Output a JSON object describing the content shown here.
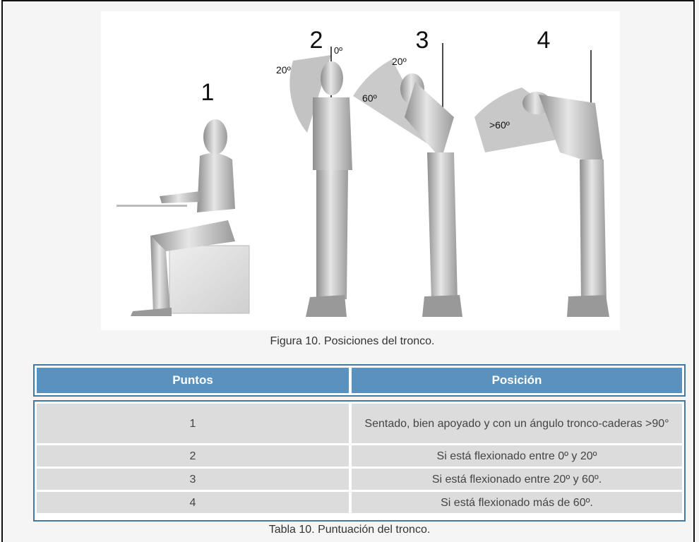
{
  "figure": {
    "caption": "Figura 10. Posiciones del tronco.",
    "labels": {
      "pos1": "1",
      "pos2": "2",
      "pos3": "3",
      "pos4": "4",
      "p2_zero": "0º",
      "p2_twenty": "20º",
      "p3_twenty": "20º",
      "p3_sixty": "60º",
      "p4_gt60": ">60º"
    }
  },
  "table": {
    "caption": "Tabla 10. Puntuación del tronco.",
    "headers": [
      "Puntos",
      "Posición"
    ],
    "rows": [
      {
        "points": "1",
        "position": "Sentado, bien apoyado y con un ángulo tronco-caderas >90°"
      },
      {
        "points": "2",
        "position": "Si está flexionado entre 0º y 20º"
      },
      {
        "points": "3",
        "position": "Si está flexionado entre 20º y 60º."
      },
      {
        "points": "4",
        "position": "Si está flexionado más de 60º."
      }
    ]
  }
}
